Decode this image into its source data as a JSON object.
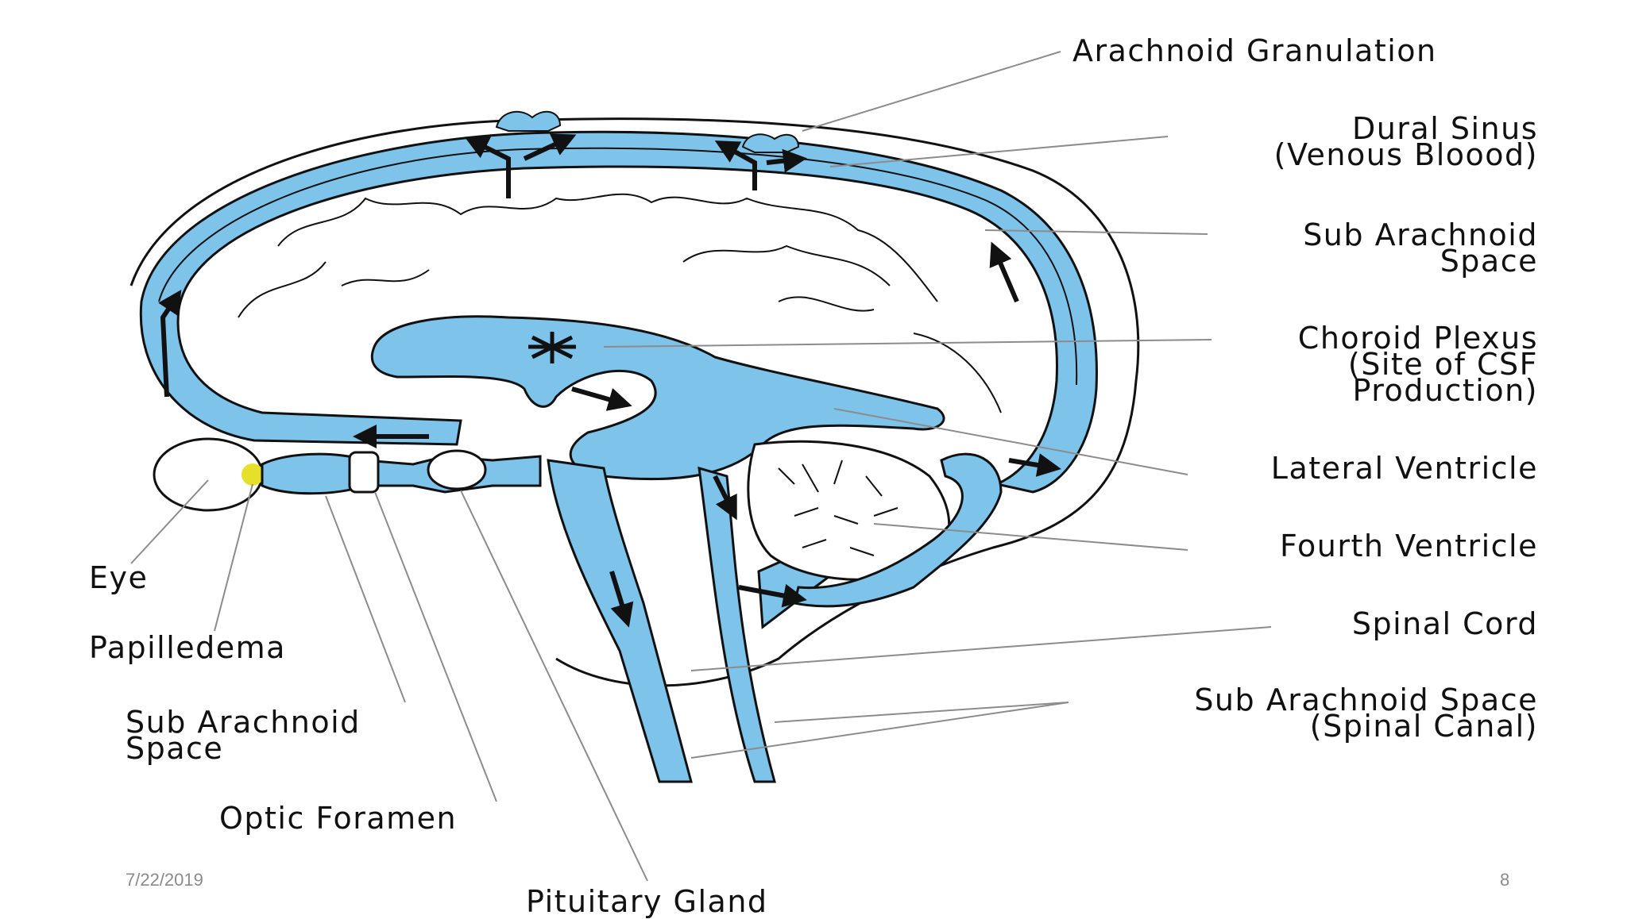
{
  "labels": {
    "arachnoid_granulation": "Arachnoid Granulation",
    "dural_sinus": [
      "Dural Sinus",
      "(Venous Bloood)"
    ],
    "sub_arachnoid_space_right": [
      "Sub Arachnoid",
      "Space"
    ],
    "choroid_plexus": [
      "Choroid Plexus",
      "(Site of CSF",
      "Production)"
    ],
    "lateral_ventricle": "Lateral Ventricle",
    "fourth_ventricle": "Fourth Ventricle",
    "spinal_cord": "Spinal Cord",
    "sub_arachnoid_space_spinal": [
      "Sub Arachnoid Space",
      "(Spinal Canal)"
    ],
    "eye": "Eye",
    "papilledema": "Papilledema",
    "sub_arachnoid_space_left": [
      "Sub Arachnoid",
      "Space"
    ],
    "optic_foramen": "Optic Foramen",
    "pituitary_gland": "Pituitary Gland"
  },
  "footer": {
    "date": "7/22/2019",
    "page_number": "8"
  },
  "colors": {
    "csf_fill": "#7ec3ea",
    "outline": "#111111",
    "leader_line": "#8c8c8c",
    "papilledema": "#e7e02a",
    "footer_text": "#8a8a8a"
  }
}
